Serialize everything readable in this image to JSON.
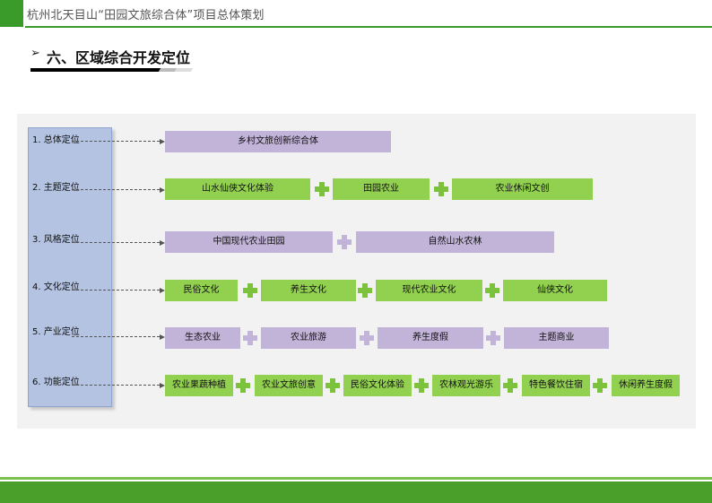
{
  "header": {
    "title": "杭州北天目山“田园文旅综合体”项目总体策划"
  },
  "section": {
    "arrow": "➢",
    "title": "六、区域综合开发定位"
  },
  "rows": [
    {
      "label": "1. 总体定位",
      "items": [
        "乡村文旅创新综合体"
      ]
    },
    {
      "label": "2. 主题定位",
      "items": [
        "山水仙侠文化体验",
        "田园农业",
        "农业休闲文创"
      ]
    },
    {
      "label": "3. 风格定位",
      "items": [
        "中国现代农业田园",
        "自然山水农林"
      ]
    },
    {
      "label": "4. 文化定位",
      "items": [
        "民俗文化",
        "养生文化",
        "现代农业文化",
        "仙侠文化"
      ]
    },
    {
      "label": "5. 产业定位",
      "items": [
        "生态农业",
        "农业旅游",
        "养生度假",
        "主题商业"
      ]
    },
    {
      "label": "6. 功能定位",
      "items": [
        "农业果蔬种植",
        "农业文旅创意",
        "民俗文化体验",
        "农林观光游乐",
        "特色餐饮住宿",
        "休闲养生度假"
      ]
    }
  ],
  "colors": {
    "green_box": "#92d050",
    "purple_box": "#c2b3d8",
    "left_column": "#b3c3e1",
    "header_green": "#3a9a2a"
  }
}
